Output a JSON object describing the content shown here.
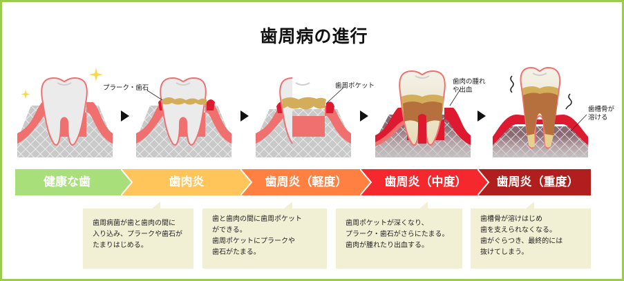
{
  "title": "歯周病の進行",
  "colors": {
    "frame_border": "#9ccc4f",
    "stage_healthy": "#a8df7a",
    "stage_gingivitis": "#ffc45a",
    "stage_mild": "#ff8040",
    "stage_moderate": "#f5282e",
    "stage_severe": "#b01e1e",
    "note_bg": "#f2f0d4",
    "gum": "#f07070",
    "gum_inflamed": "#dd1a30",
    "plaque": "#d4ad5a",
    "bone": "#cccccc"
  },
  "illustrations": [
    {
      "id": "healthy",
      "labels": []
    },
    {
      "id": "gingivitis",
      "labels": [
        "プラーク・歯石"
      ]
    },
    {
      "id": "mild",
      "labels": [
        "歯周ポケット"
      ]
    },
    {
      "id": "moderate",
      "labels": [
        "歯肉の腫れ",
        "や出血"
      ]
    },
    {
      "id": "severe",
      "labels": [
        "歯槽骨が",
        "溶ける"
      ]
    }
  ],
  "stages": [
    {
      "label": "健康な歯"
    },
    {
      "label": "歯肉炎"
    },
    {
      "label": "歯周炎（軽度）"
    },
    {
      "label": "歯周炎（中度）"
    },
    {
      "label": "歯周炎（重度）"
    }
  ],
  "notes": [
    {
      "lines": [
        "歯周病菌が歯と歯肉の間に",
        "入り込み、プラークや歯石が",
        "たまりはじめる。"
      ]
    },
    {
      "lines": [
        "歯と歯肉の間に歯周ポケット",
        "ができる。",
        "歯周ポケットにプラークや",
        "歯石がたまる。"
      ]
    },
    {
      "lines": [
        "歯周ポケットが深くなり、",
        "プラーク・歯石がさらにたまる。",
        "歯肉が腫れたり出血する。"
      ]
    },
    {
      "lines": [
        "歯槽骨が溶けはじめ",
        "歯を支えられなくなる。",
        "歯がぐらつき、最終的には",
        "抜けてしまう。"
      ]
    }
  ]
}
